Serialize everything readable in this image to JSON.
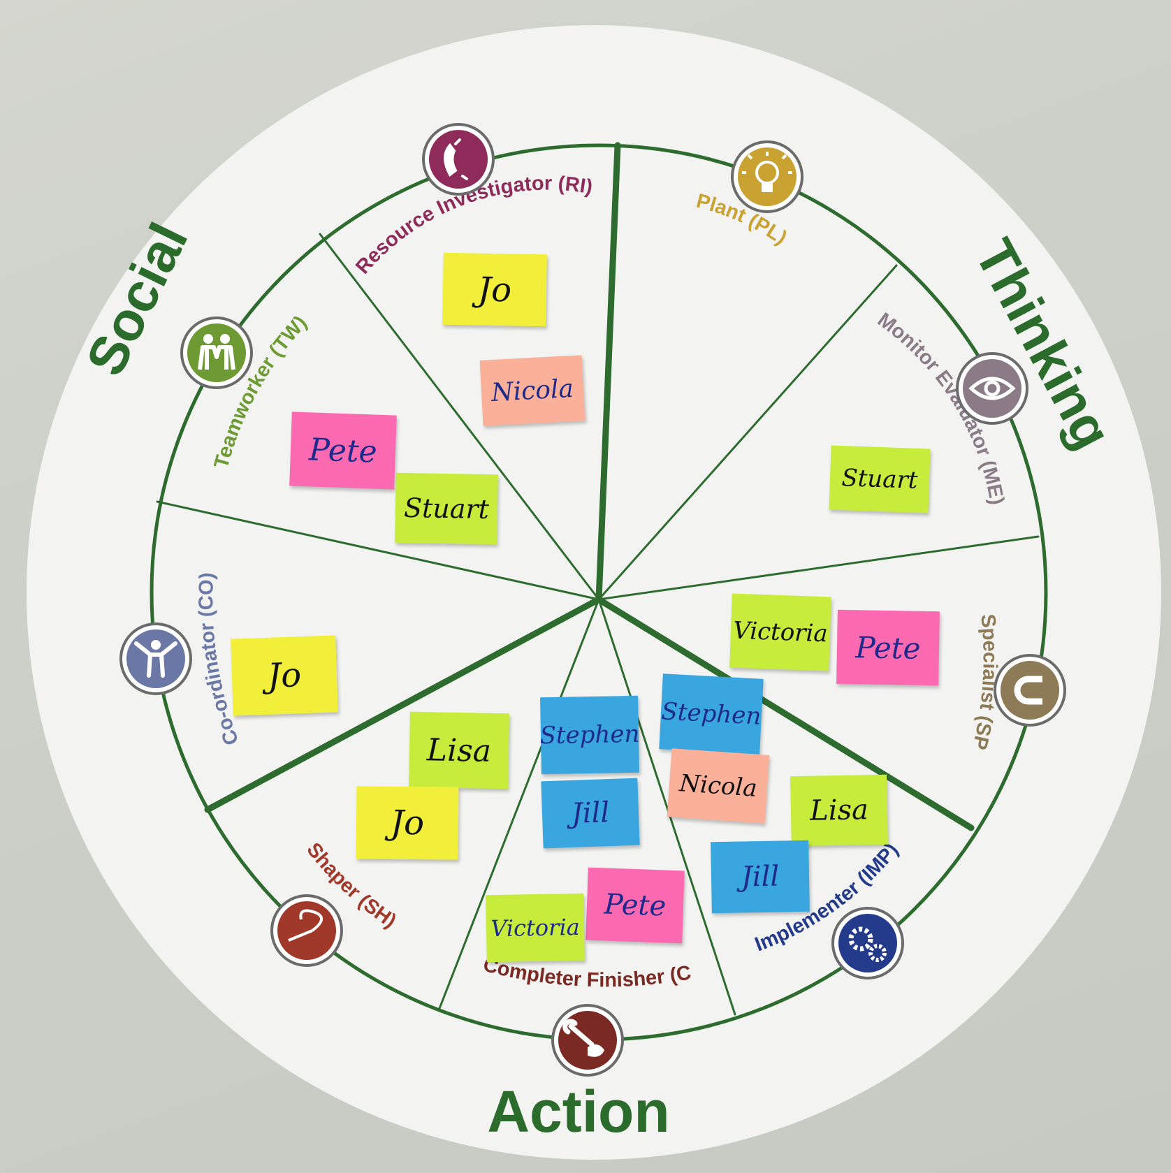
{
  "groups": {
    "social": "Social",
    "thinking": "Thinking",
    "action": "Action"
  },
  "roles": [
    {
      "key": "ri",
      "label": "Resource Investigator (RI)",
      "color": "#8e2b5a",
      "icon": "telephone-icon"
    },
    {
      "key": "pl",
      "label": "Plant (PL)",
      "color": "#c9a232",
      "icon": "lightbulb-icon"
    },
    {
      "key": "me",
      "label": "Monitor Evaluator (ME)",
      "color": "#8a7b86",
      "icon": "eye-icon"
    },
    {
      "key": "sp",
      "label": "Specialist (SP)",
      "color": "#8d7a57",
      "icon": "magnet-icon"
    },
    {
      "key": "imp",
      "label": "Implementer (IMP)",
      "color": "#243a8a",
      "icon": "gears-icon"
    },
    {
      "key": "cf",
      "label": "Completer Finisher (CF)",
      "color": "#7a2a22",
      "icon": "wrench-hand-icon"
    },
    {
      "key": "sh",
      "label": "Shaper (SH)",
      "color": "#a1392a",
      "icon": "whip-icon"
    },
    {
      "key": "co",
      "label": "Co-ordinator (CO)",
      "color": "#6b78a6",
      "icon": "conductor-icon"
    },
    {
      "key": "tw",
      "label": "Teamworker (TW)",
      "color": "#6d9a32",
      "icon": "people-icon"
    }
  ],
  "stickies": [
    {
      "role": "ri",
      "name": "Jo",
      "color": "#f2ef3a"
    },
    {
      "role": "ri",
      "name": "Nicola",
      "color": "#fbb09a"
    },
    {
      "role": "tw",
      "name": "Pete",
      "color": "#fb6ab0"
    },
    {
      "role": "tw",
      "name": "Stuart",
      "color": "#c7ec3c"
    },
    {
      "role": "me",
      "name": "Stuart",
      "color": "#c7ec3c"
    },
    {
      "role": "sp",
      "name": "Victoria",
      "color": "#c7ec3c"
    },
    {
      "role": "sp",
      "name": "Pete",
      "color": "#fb6ab0"
    },
    {
      "role": "co",
      "name": "Jo",
      "color": "#f2ef3a"
    },
    {
      "role": "sh",
      "name": "Lisa",
      "color": "#c7ec3c"
    },
    {
      "role": "sh",
      "name": "Jo",
      "color": "#f2ef3a"
    },
    {
      "role": "cf",
      "name": "Stephen",
      "color": "#3aa6df"
    },
    {
      "role": "cf",
      "name": "Jill",
      "color": "#3aa6df"
    },
    {
      "role": "cf",
      "name": "Victoria",
      "color": "#c7ec3c"
    },
    {
      "role": "cf",
      "name": "Pete",
      "color": "#fb6ab0"
    },
    {
      "role": "imp",
      "name": "Stephen",
      "color": "#3aa6df"
    },
    {
      "role": "imp",
      "name": "Nicola",
      "color": "#fbb09a"
    },
    {
      "role": "imp",
      "name": "Lisa",
      "color": "#c7ec3c"
    },
    {
      "role": "imp",
      "name": "Jill",
      "color": "#3aa6df"
    }
  ],
  "colors": {
    "wheel_line": "#2e6b2f",
    "disc": "#f3f4f2",
    "background": "#cfd2cb"
  }
}
